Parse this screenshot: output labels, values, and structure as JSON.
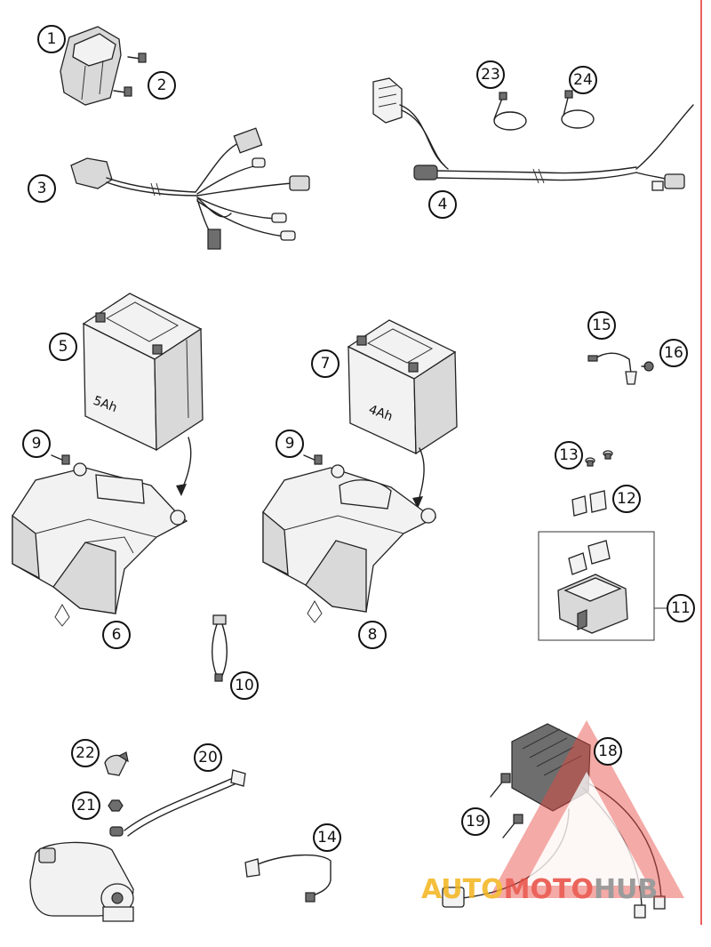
{
  "callouts": {
    "c1": "1",
    "c2": "2",
    "c3": "3",
    "c4": "4",
    "c5": "5",
    "c6": "6",
    "c7": "7",
    "c8": "8",
    "c9a": "9",
    "c9b": "9",
    "c10": "10",
    "c11": "11",
    "c12": "12",
    "c13": "13",
    "c14": "14",
    "c15": "15",
    "c16": "16",
    "c18": "18",
    "c19": "19",
    "c20": "20",
    "c21": "21",
    "c22": "22",
    "c23": "23",
    "c24": "24"
  },
  "battery_labels": {
    "large": "5Ah",
    "small": "4Ah"
  },
  "watermark": {
    "part1": "AUTO",
    "part2": "MOTO",
    "part3": "HUB",
    "color_red": "#e8493f",
    "color_yellow": "#f3b41b",
    "color_grey": "#8a8a8a"
  },
  "colors": {
    "line": "#222222",
    "frame": "#e21a1a"
  }
}
